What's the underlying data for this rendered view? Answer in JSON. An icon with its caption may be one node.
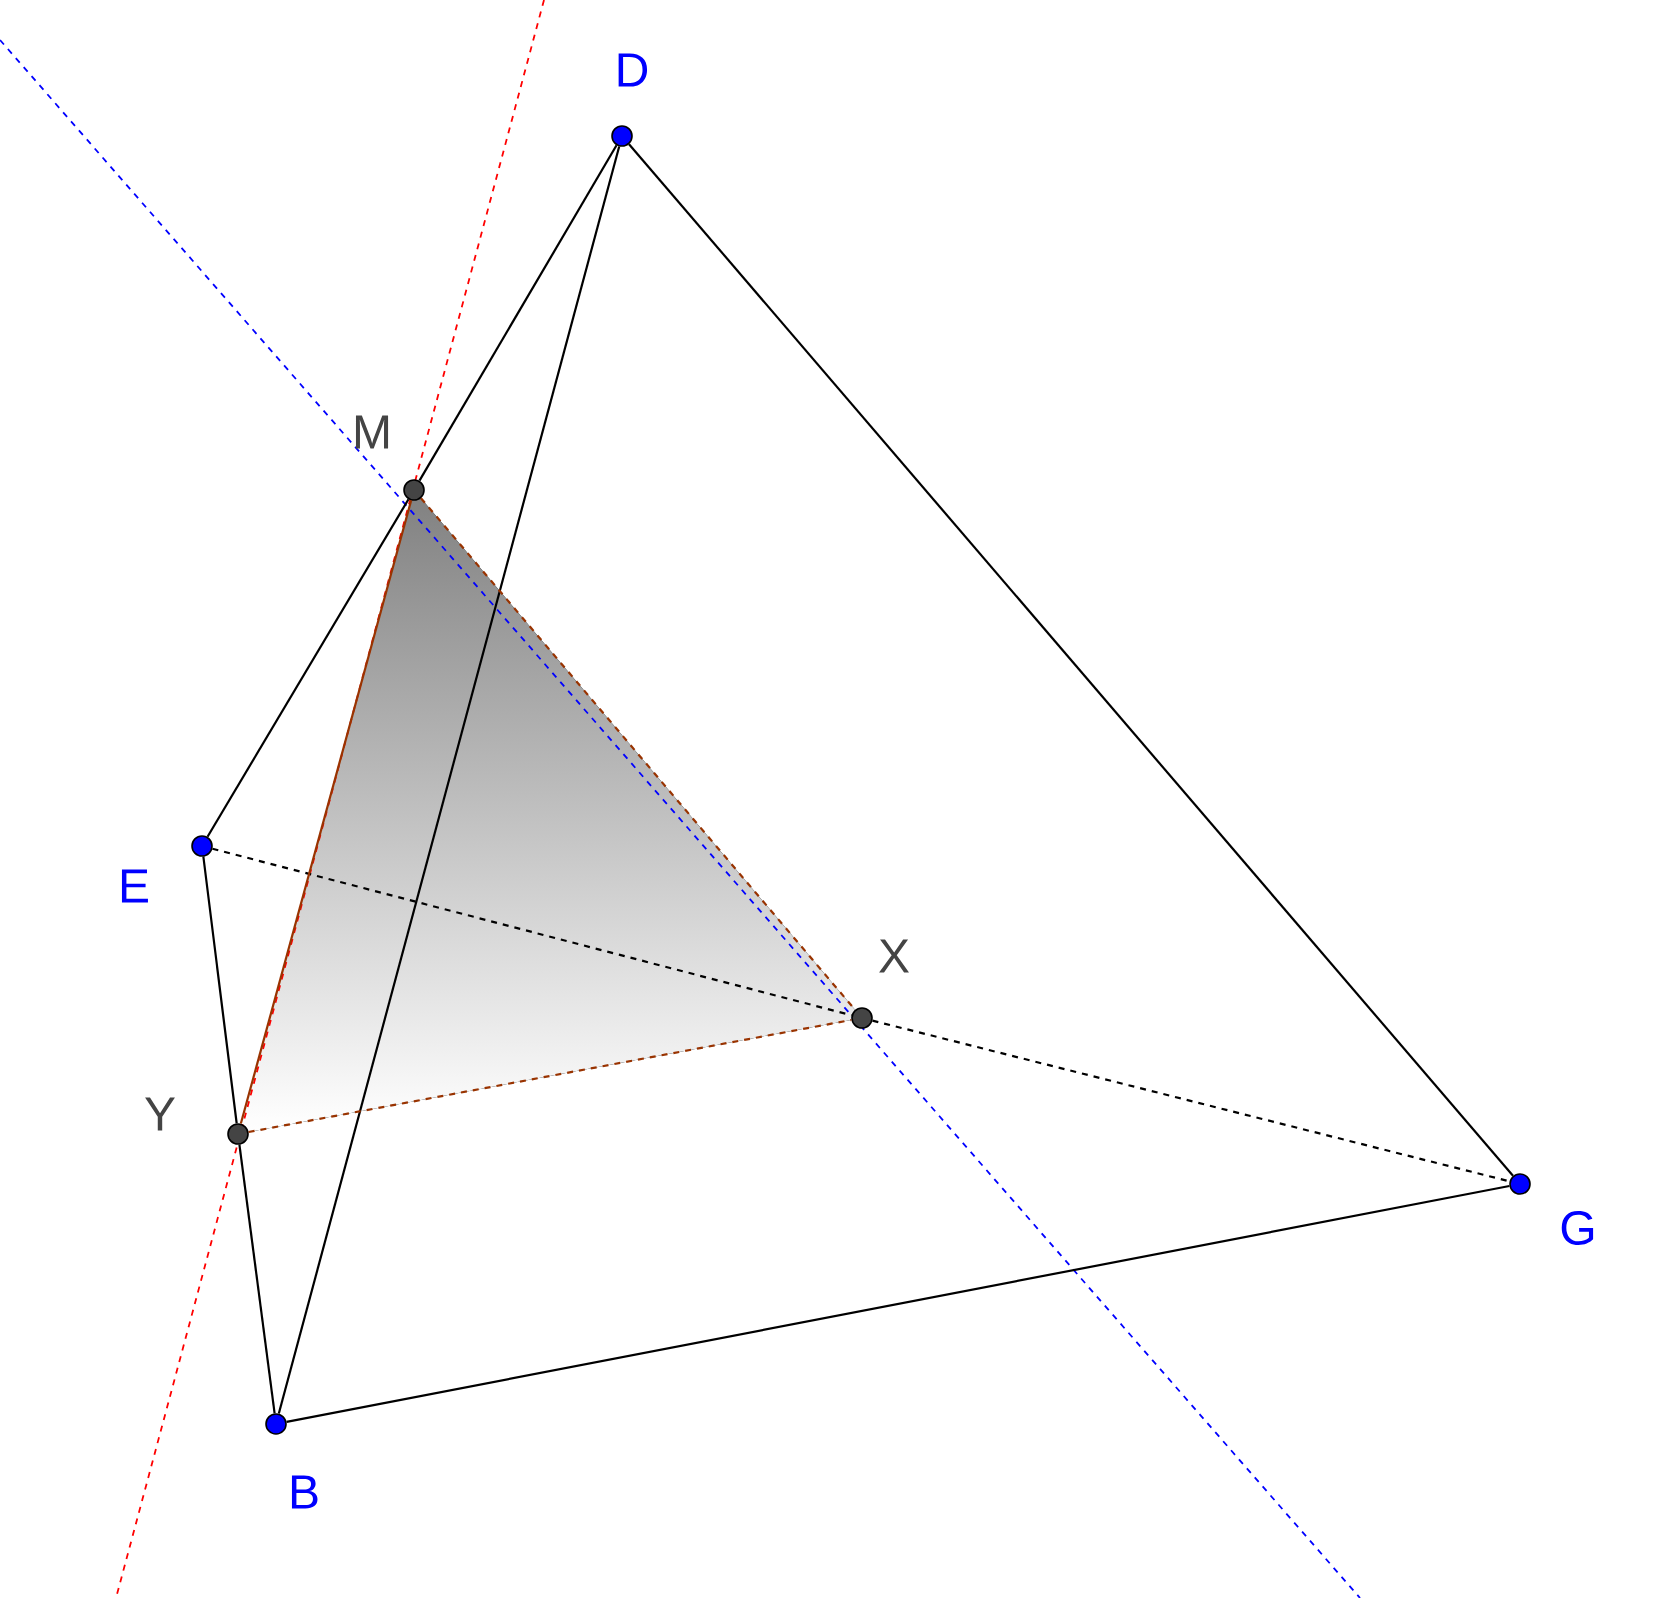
{
  "diagram": {
    "nodes": [
      {
        "text": [
          "D"
        ]
      },
      {
        "text": [
          "M"
        ]
      },
      {
        "text": [
          "E"
        ]
      },
      {
        "text": [
          "X"
        ]
      },
      {
        "text": [
          "Y"
        ]
      },
      {
        "text": [
          "G"
        ]
      },
      {
        "text": [
          "B"
        ]
      }
    ],
    "edges": [
      {
        "from": 0,
        "to": 1,
        "arrow": "none"
      },
      {
        "from": 1,
        "to": 2,
        "arrow": "none"
      },
      {
        "from": 2,
        "to": 4,
        "arrow": "none"
      },
      {
        "from": 4,
        "to": 6,
        "arrow": "none"
      },
      {
        "from": 0,
        "to": 6,
        "arrow": "none"
      },
      {
        "from": 0,
        "to": 5,
        "arrow": "none"
      },
      {
        "from": 6,
        "to": 5,
        "arrow": "none"
      },
      {
        "from": 2,
        "to": 3,
        "arrow": "none",
        "style": "dashed"
      },
      {
        "from": 3,
        "to": 5,
        "arrow": "none",
        "style": "dashed"
      },
      {
        "from": 1,
        "to": 4,
        "arrow": "none",
        "color": "#993300"
      },
      {
        "from": 4,
        "to": 3,
        "arrow": "none",
        "style": "dashed",
        "color": "#993300"
      },
      {
        "from": 1,
        "to": 3,
        "arrow": "none",
        "style": "dashed",
        "color": "#993300"
      }
    ]
  }
}
